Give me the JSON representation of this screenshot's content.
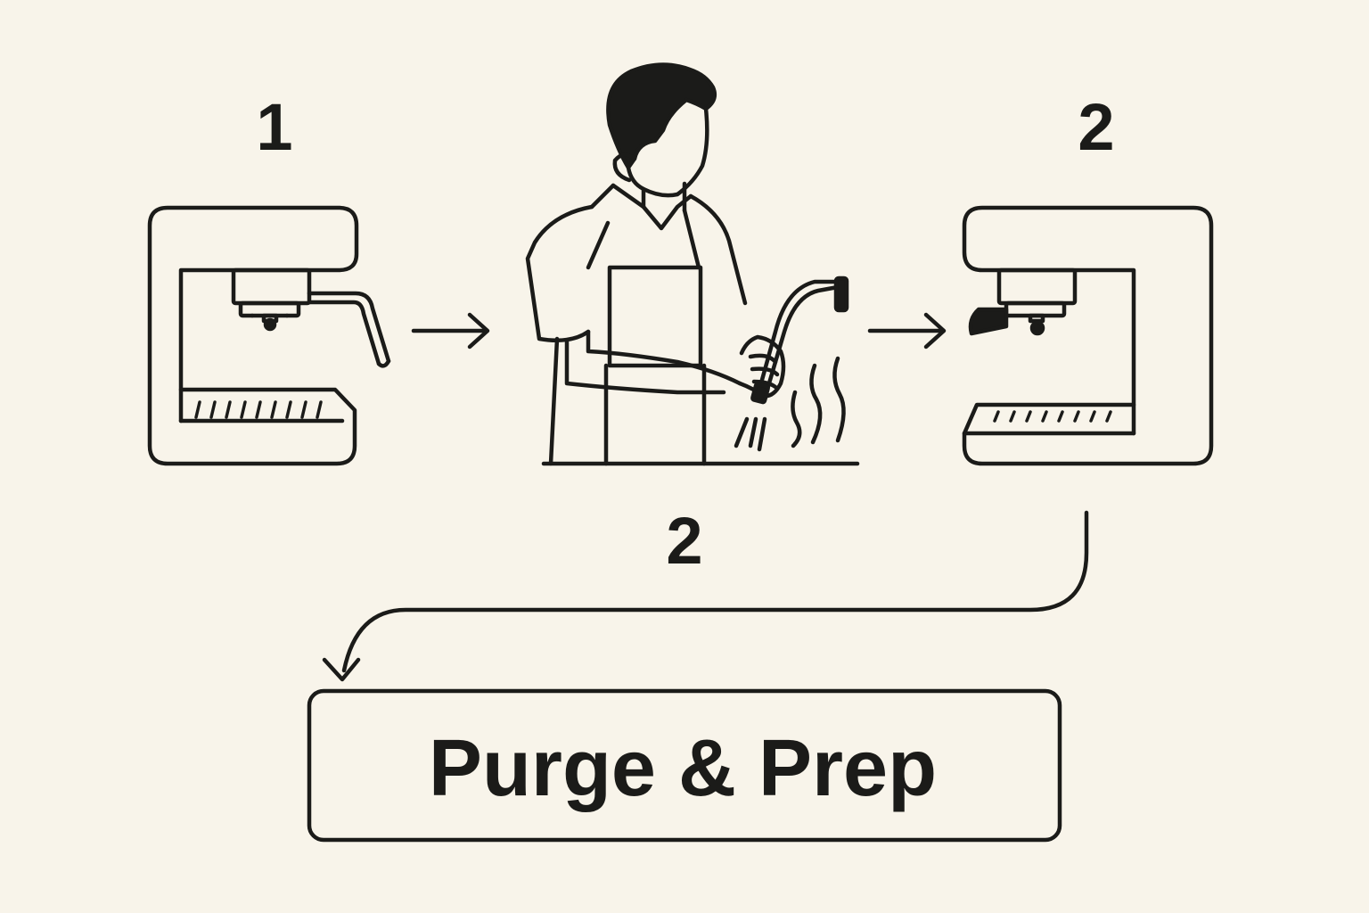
{
  "colors": {
    "background": "#f8f4ea",
    "ink": "#1b1b19"
  },
  "steps": [
    {
      "label": "1"
    },
    {
      "label": "2"
    },
    {
      "label": "2"
    }
  ],
  "action": {
    "label": "Purge & Prep"
  },
  "icons": [
    "espresso-machine-icon",
    "barista-purging-steam-wand-icon",
    "espresso-machine-with-portafilter-icon",
    "arrow-right-icon",
    "curved-return-arrow-icon"
  ]
}
